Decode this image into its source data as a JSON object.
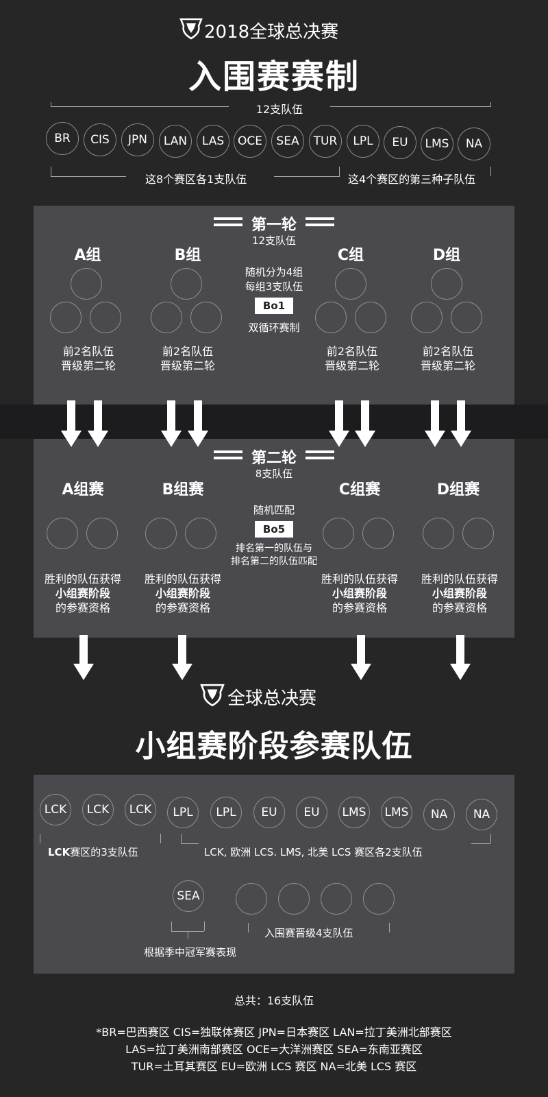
{
  "header": {
    "subtitle": "2018全球总决赛",
    "title": "入围赛赛制"
  },
  "teams_top": {
    "count_label": "12支队伍",
    "teams": [
      "BR",
      "CIS",
      "JPN",
      "LAN",
      "LAS",
      "OCE",
      "SEA",
      "TUR",
      "LPL",
      "EU",
      "LMS",
      "NA"
    ],
    "left_note": "这8个赛区各1支队伍",
    "right_note": "这4个赛区的第三种子队伍"
  },
  "round1": {
    "title": "第一轮",
    "count": "12支队伍",
    "groups": [
      "A组",
      "B组",
      "C组",
      "D组"
    ],
    "desc_line1": "随机分为4组",
    "desc_line2": "每组3支队伍",
    "format": "Bo1",
    "format_desc": "双循环赛制",
    "advance_line1": "前2名队伍",
    "advance_line2": "晋级第二轮"
  },
  "round2": {
    "title": "第二轮",
    "count": "8支队伍",
    "groups": [
      "A组赛",
      "B组赛",
      "C组赛",
      "D组赛"
    ],
    "desc": "随机匹配",
    "format": "Bo5",
    "match_line1": "排名第一的队伍与",
    "match_line2": "排名第二的队伍匹配",
    "win_line1": "胜利的队伍获得",
    "win_line2": "小组赛阶段",
    "win_line3": "的参赛资格"
  },
  "finals": {
    "subtitle": "全球总决赛",
    "title": "小组赛阶段参赛队伍",
    "teams": [
      "LCK",
      "LCK",
      "LCK",
      "LPL",
      "LPL",
      "EU",
      "EU",
      "LMS",
      "LMS",
      "NA",
      "NA"
    ],
    "lck_note_bold": "LCK",
    "lck_note_rest": "赛区的3支队伍",
    "others_note": "LCK, 欧洲 LCS. LMS, 北美 LCS 赛区各2支队伍",
    "sea": "SEA",
    "sea_note": "根据季中冠军赛表现",
    "play_in_note": "入围赛晋级4支队伍"
  },
  "total": "总共：16支队伍",
  "legend": {
    "line1": "*BR=巴西赛区 CIS=独联体赛区 JPN=日本赛区 LAN=拉丁美洲北部赛区",
    "line2": "LAS=拉丁美洲南部赛区 OCE=大洋洲赛区 SEA=东南亚赛区",
    "line3": "TUR=土耳其赛区 EU=欧洲 LCS 赛区 NA=北美 LCS 赛区"
  },
  "colors": {
    "background": "#262626",
    "panel": "#4a4a4e",
    "band": "#1c1c1e",
    "circle_border": "#8c8c8c"
  },
  "icons": [
    "worlds-trophy-logo",
    "down-arrow"
  ]
}
